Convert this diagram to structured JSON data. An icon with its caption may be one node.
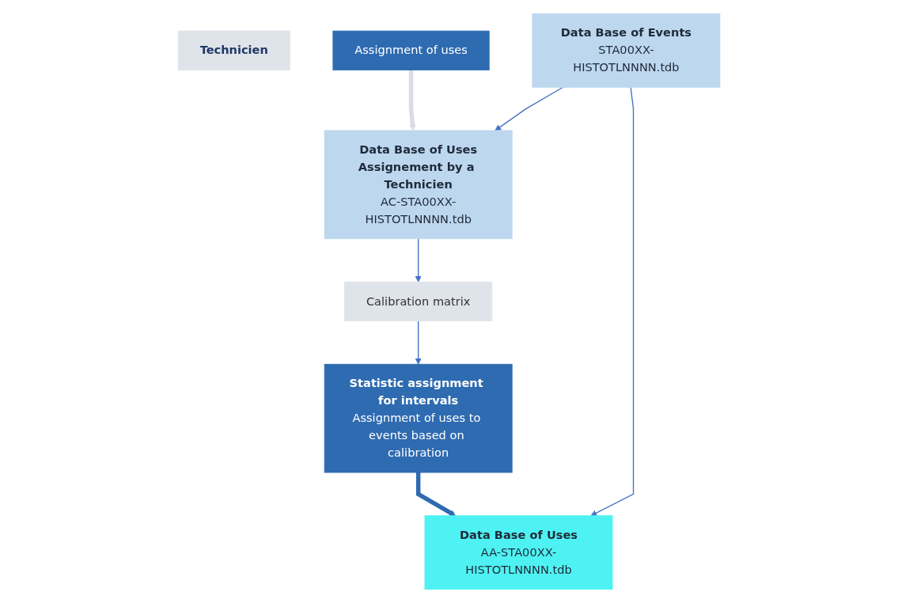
{
  "diagram": {
    "nodes": [
      {
        "text": [
          "Technicien"
        ]
      },
      {
        "text": [
          "Assignment of uses"
        ]
      },
      {
        "text": [
          "Data Base of Events",
          "STA00XX-HISTOTLNNNN.tdb"
        ]
      },
      {
        "text": [
          "Data Base of Uses",
          "Assignement by a Technicien",
          "AC-STA00XX-HISTOTLNNNN.tdb"
        ]
      },
      {
        "text": [
          "Statistic assignment for intervals",
          "Assignment of uses to events based on calibration"
        ]
      },
      {
        "text": [
          "Calibration matrix"
        ]
      },
      {
        "text": [
          "Data Base of Uses",
          "AA-STA00XX-HISTOTLNNNN.tdb"
        ]
      }
    ],
    "edges": [
      {
        "from": 1,
        "to": 3,
        "arrow": "to",
        "style": "thick",
        "color": "#d9dde3"
      },
      {
        "from": 2,
        "to": 3,
        "arrow": "to"
      },
      {
        "from": 3,
        "to": 5,
        "arrow": "to"
      },
      {
        "from": 5,
        "to": 4,
        "arrow": "to"
      },
      {
        "from": 4,
        "to": 6,
        "arrow": "to",
        "style": "thick",
        "color": "#2e6bb0"
      },
      {
        "from": 2,
        "to": 6,
        "arrow": "to"
      }
    ]
  }
}
